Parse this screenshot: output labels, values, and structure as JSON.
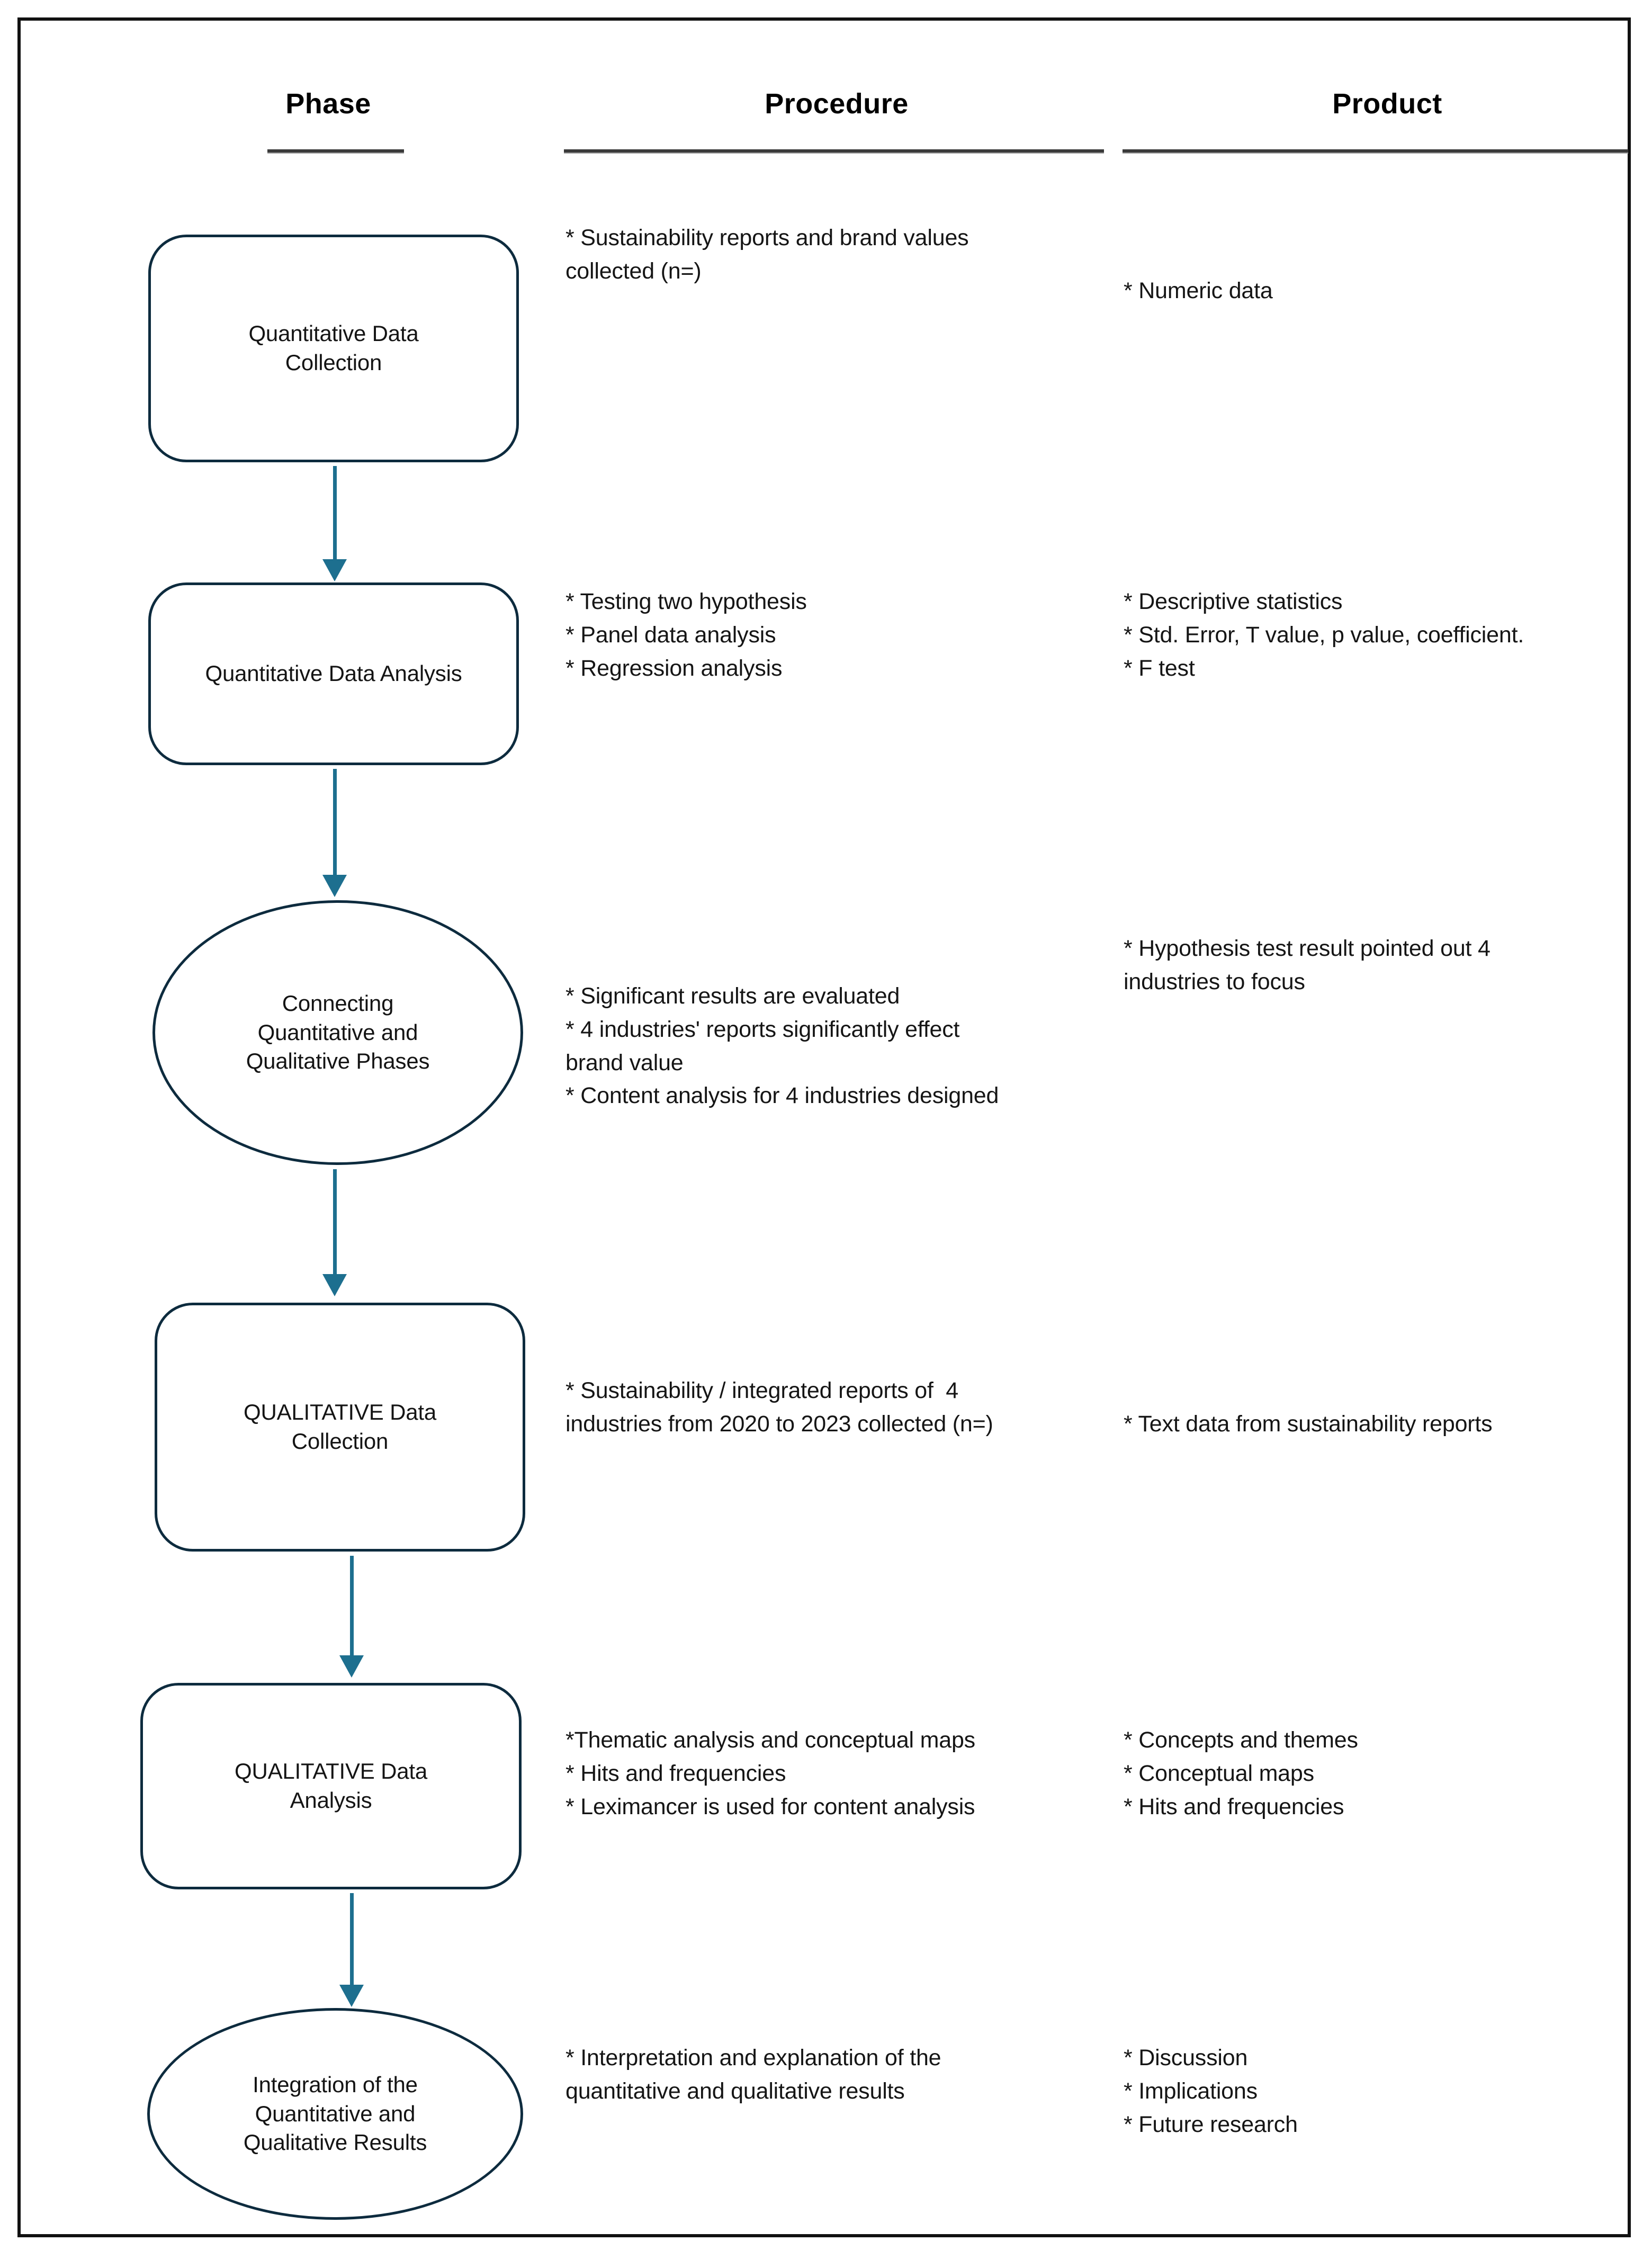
{
  "figure": {
    "kind": "mixed-methods-research-flowchart",
    "columns": [
      {
        "id": "phase",
        "title": "Phase"
      },
      {
        "id": "procedure",
        "title": "Procedure"
      },
      {
        "id": "product",
        "title": "Product"
      }
    ]
  },
  "colors": {
    "frame_border": "#111111",
    "node_border": "#0d2b3e",
    "arrow": "#1d6f8f",
    "header_rule": "#3a3a3a",
    "text": "#151515",
    "background": "#ffffff"
  },
  "rows": [
    {
      "id": "quantitative-data-collection",
      "shape": "rounded-rect",
      "phase_lines": [
        "Quantitative Data",
        "Collection"
      ],
      "procedure_lines": [
        "* Sustainability reports and brand values",
        "collected (n=)"
      ],
      "product_lines": [
        "* Numeric data"
      ]
    },
    {
      "id": "quantitative-data-analysis",
      "shape": "rounded-rect",
      "phase_lines": [
        "Quantitative Data Analysis"
      ],
      "procedure_lines": [
        "* Testing two hypothesis",
        "* Panel data analysis",
        "* Regression analysis"
      ],
      "product_lines": [
        "* Descriptive statistics",
        "* Std. Error, T value, p value, coefficient.",
        "* F test"
      ]
    },
    {
      "id": "connecting-phases",
      "shape": "ellipse",
      "phase_lines": [
        "Connecting",
        "Quantitative and",
        "Qualitative Phases"
      ],
      "procedure_lines": [
        "* Significant results are evaluated",
        "* 4 industries' reports significantly effect",
        "brand value",
        "* Content analysis for 4 industries designed"
      ],
      "product_lines": [
        "* Hypothesis test result pointed out 4",
        "industries to focus"
      ]
    },
    {
      "id": "qualitative-data-collection",
      "shape": "rounded-rect",
      "phase_lines": [
        "QUALITATIVE Data",
        "Collection"
      ],
      "procedure_lines": [
        "* Sustainability / integrated reports of  4",
        "industries from 2020 to 2023 collected (n=)"
      ],
      "product_lines": [
        "* Text data from sustainability reports"
      ]
    },
    {
      "id": "qualitative-data-analysis",
      "shape": "rounded-rect",
      "phase_lines": [
        "QUALITATIVE Data",
        "Analysis"
      ],
      "procedure_lines": [
        "*Thematic analysis and conceptual maps",
        "* Hits and frequencies",
        "* Leximancer is used for content analysis"
      ],
      "product_lines": [
        "* Concepts and themes",
        "* Conceptual maps",
        "* Hits and frequencies"
      ]
    },
    {
      "id": "integration-of-results",
      "shape": "ellipse",
      "phase_lines": [
        "Integration of the",
        "Quantitative and",
        "Qualitative Results"
      ],
      "procedure_lines": [
        "* Interpretation and explanation of the",
        "quantitative and qualitative results"
      ],
      "product_lines": [
        "* Discussion",
        "* Implications",
        "* Future research"
      ]
    }
  ],
  "connectors": [
    {
      "id": "arrow-1",
      "from": "quantitative-data-collection",
      "to": "quantitative-data-analysis"
    },
    {
      "id": "arrow-2",
      "from": "quantitative-data-analysis",
      "to": "connecting-phases"
    },
    {
      "id": "arrow-3",
      "from": "connecting-phases",
      "to": "qualitative-data-collection"
    },
    {
      "id": "arrow-4",
      "from": "qualitative-data-collection",
      "to": "qualitative-data-analysis"
    },
    {
      "id": "arrow-5",
      "from": "qualitative-data-analysis",
      "to": "integration-of-results"
    }
  ]
}
